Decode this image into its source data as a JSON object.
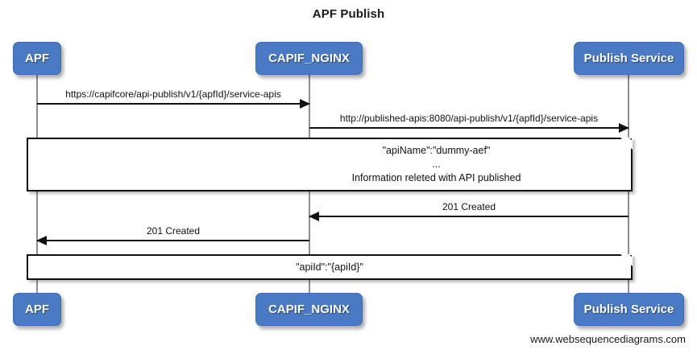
{
  "diagram": {
    "title": "APF Publish",
    "footer": "www.websequencediagrams.com",
    "accent_color": "#4a7ac4",
    "line_color": "#111111",
    "lifeline_color": "#8f8f8f"
  },
  "participants": [
    {
      "name": "apf",
      "label": "APF"
    },
    {
      "name": "capif-nginx",
      "label": "CAPIF_NGINX"
    },
    {
      "name": "publish-service",
      "label": "Publish Service"
    }
  ],
  "messages": [
    {
      "name": "apf-to-capif-nginx-publish-request",
      "label": "https://capifcore/api-publish/v1/{apfId}/service-apis",
      "from": "APF",
      "to": "CAPIF_NGINX",
      "direction": "right"
    },
    {
      "name": "capif-nginx-to-publish-service-request",
      "label": "http://published-apis:8080/api-publish/v1/{apfId}/service-apis",
      "from": "CAPIF_NGINX",
      "to": "Publish Service",
      "direction": "right"
    },
    {
      "name": "publish-service-to-capif-nginx-response",
      "label": "201 Created",
      "from": "Publish Service",
      "to": "CAPIF_NGINX",
      "direction": "left"
    },
    {
      "name": "capif-nginx-to-apf-response",
      "label": "201 Created",
      "from": "CAPIF_NGINX",
      "to": "APF",
      "direction": "left"
    }
  ],
  "notes": [
    {
      "name": "note-api-payload",
      "lines": [
        "\"apiName\":\"dummy-aef\"",
        "...",
        "Information releted with API published"
      ]
    },
    {
      "name": "note-api-id",
      "lines": [
        "\"apiId\":\"{apiId}\""
      ]
    }
  ]
}
